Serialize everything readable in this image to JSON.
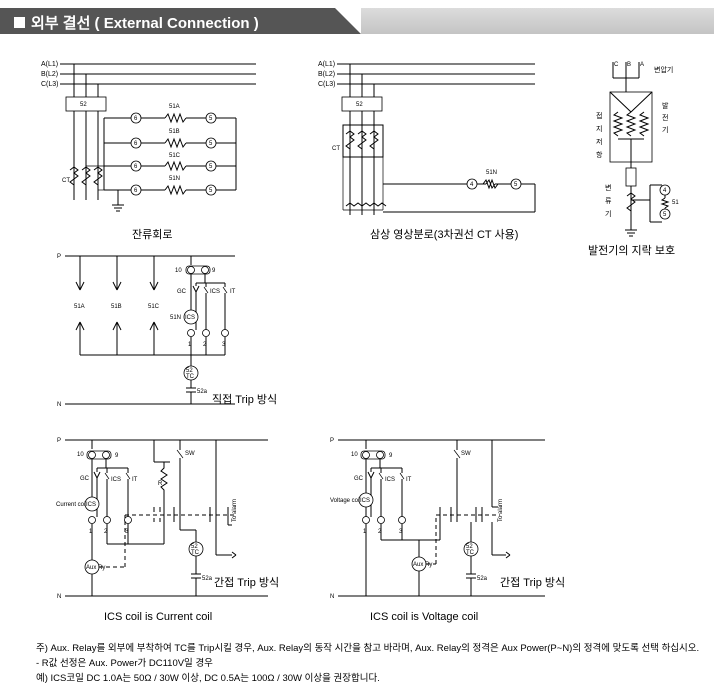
{
  "header": {
    "title": "외부 결선 ( External Connection )"
  },
  "lines": {
    "a": "A(L1)",
    "b": "B(L2)",
    "c": "C(L3)"
  },
  "labels": {
    "relay52": "52",
    "ct": "CT",
    "t6": "6",
    "t5": "5",
    "t4": "4",
    "t1": "1",
    "t2": "2",
    "t3": "3",
    "t10": "10",
    "t9": "9",
    "r51a": "51A",
    "r51b": "51B",
    "r51c": "51C",
    "r51n": "51N",
    "r51": "51",
    "p": "P",
    "n": "N",
    "gc": "GC",
    "ics": "ICS",
    "it": "IT",
    "tc": "TC",
    "c52": "52",
    "sw": "SW",
    "r": "R",
    "aux": "Aux Ry",
    "tc_alarm": "To alarm",
    "a52": "52a",
    "current_coil": "Current coil",
    "voltage_coil": "Voltage coil",
    "c": "C",
    "b": "B",
    "a": "A"
  },
  "captions": {
    "phase_circuit": "잔류회로",
    "zero_seq": "삼상 영상분로(3차권선 CT 사용)",
    "gen_ground": "발전기의 지락 보호",
    "transformer": "변압기",
    "generator": [
      "발",
      "전",
      "기"
    ],
    "ground_res": [
      "접",
      "지",
      "저",
      "항"
    ],
    "current_tr": [
      "변",
      "류",
      "기"
    ],
    "direct_trip": "직접 Trip 방식",
    "indirect_trip_1": "간접 Trip 방식",
    "indirect_trip_2": "간접 Trip 방식",
    "ics_current": "ICS coil is Current coil",
    "ics_voltage": "ICS coil is Voltage coil"
  },
  "notes": [
    "주) Aux. Relay를 외부에 부착하여 TC를 Trip시킬 경우, Aux. Relay의 동작 시간을 참고 바라며, Aux. Relay의 정격은 Aux Power(P~N)의 정격에 맞도록 선택 하십시오.",
    "    - R값 선정은 Aux. Power가 DC110V일 경우",
    "    예) ICS코일 DC 1.0A는 50Ω / 30W 이상, DC 0.5A는 100Ω / 30W 이상을 권장합니다."
  ]
}
